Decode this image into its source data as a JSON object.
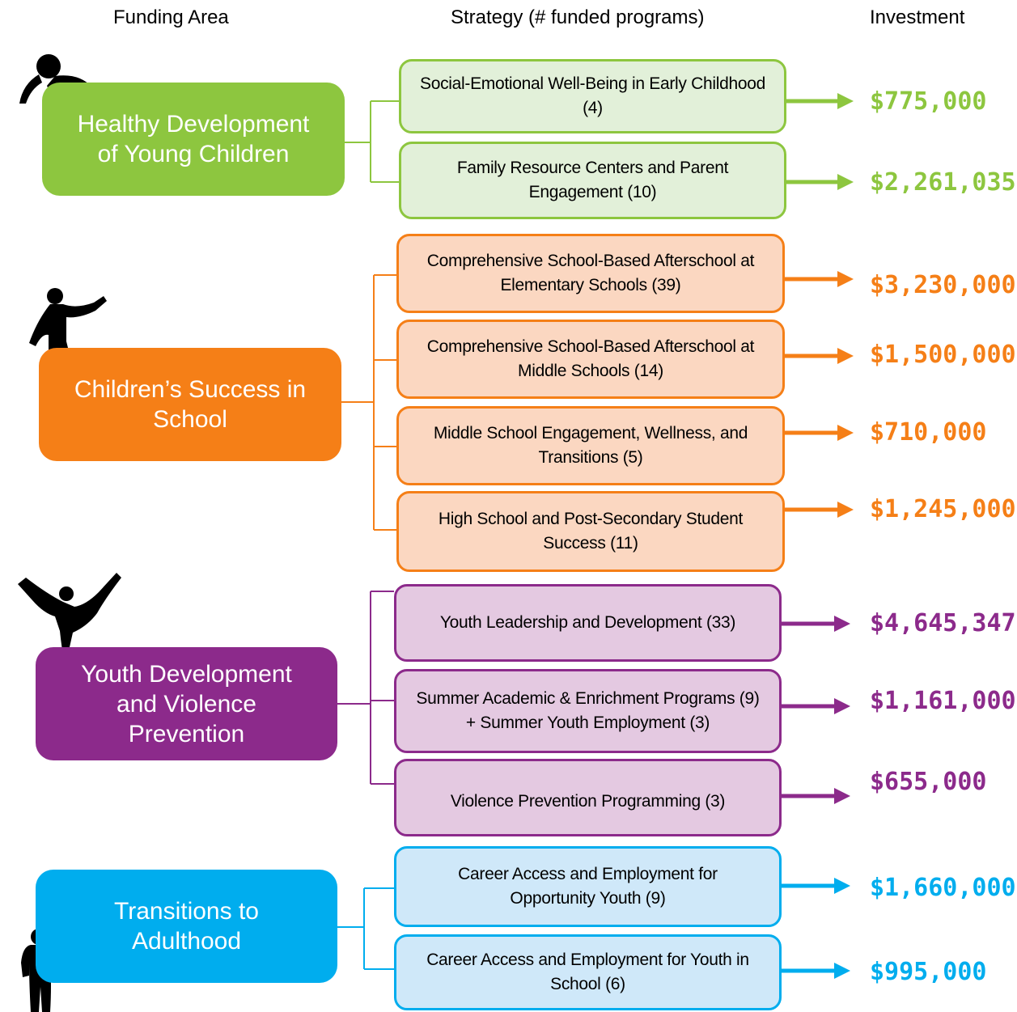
{
  "headers": {
    "funding_area": "Funding Area",
    "strategy": "Strategy (# funded programs)",
    "investment": "Investment"
  },
  "colors": {
    "green": "#8dc63f",
    "green_light": "#e2f0d9",
    "orange": "#f57f17",
    "orange_light": "#fbd7c1",
    "purple": "#8c2a8b",
    "purple_light": "#e4c9e1",
    "blue": "#00adee",
    "blue_light": "#cfe8f9"
  },
  "areas": [
    {
      "name": "Healthy Development of Young Children",
      "strategies": [
        {
          "label": "Social-Emotional Well-Being in Early Childhood (4)",
          "investment": "$775,000"
        },
        {
          "label": "Family Resource Centers and Parent Engagement (10)",
          "investment": "$2,261,035"
        }
      ]
    },
    {
      "name": "Children’s Success in School",
      "strategies": [
        {
          "label": "Comprehensive School-Based Afterschool at Elementary Schools (39)",
          "investment": "$3,230,000"
        },
        {
          "label": "Comprehensive School-Based Afterschool at Middle Schools (14)",
          "investment": "$1,500,000"
        },
        {
          "label": "Middle School Engagement, Wellness, and Transitions (5)",
          "investment": "$710,000"
        },
        {
          "label": "High School and Post-Secondary Student Success (11)",
          "investment": "$1,245,000"
        }
      ]
    },
    {
      "name": "Youth Development and Violence Prevention",
      "strategies": [
        {
          "label": "Youth Leadership and Development (33)",
          "investment": "$4,645,347"
        },
        {
          "label": "Summer Academic & Enrichment Programs (9) + Summer Youth Employment (3)",
          "investment": "$1,161,000"
        },
        {
          "label": "Violence Prevention Programming (3)",
          "investment": "$655,000"
        }
      ]
    },
    {
      "name": "Transitions to Adulthood",
      "strategies": [
        {
          "label": "Career Access and Employment for Opportunity Youth (9)",
          "investment": "$1,660,000"
        },
        {
          "label": "Career Access and Employment for Youth in School (6)",
          "investment": "$995,000"
        }
      ]
    }
  ],
  "icons": [
    "crawling-baby-silhouette-icon",
    "jumping-child-silhouette-icon",
    "breakdancer-silhouette-icon",
    "young-woman-silhouette-icon"
  ]
}
